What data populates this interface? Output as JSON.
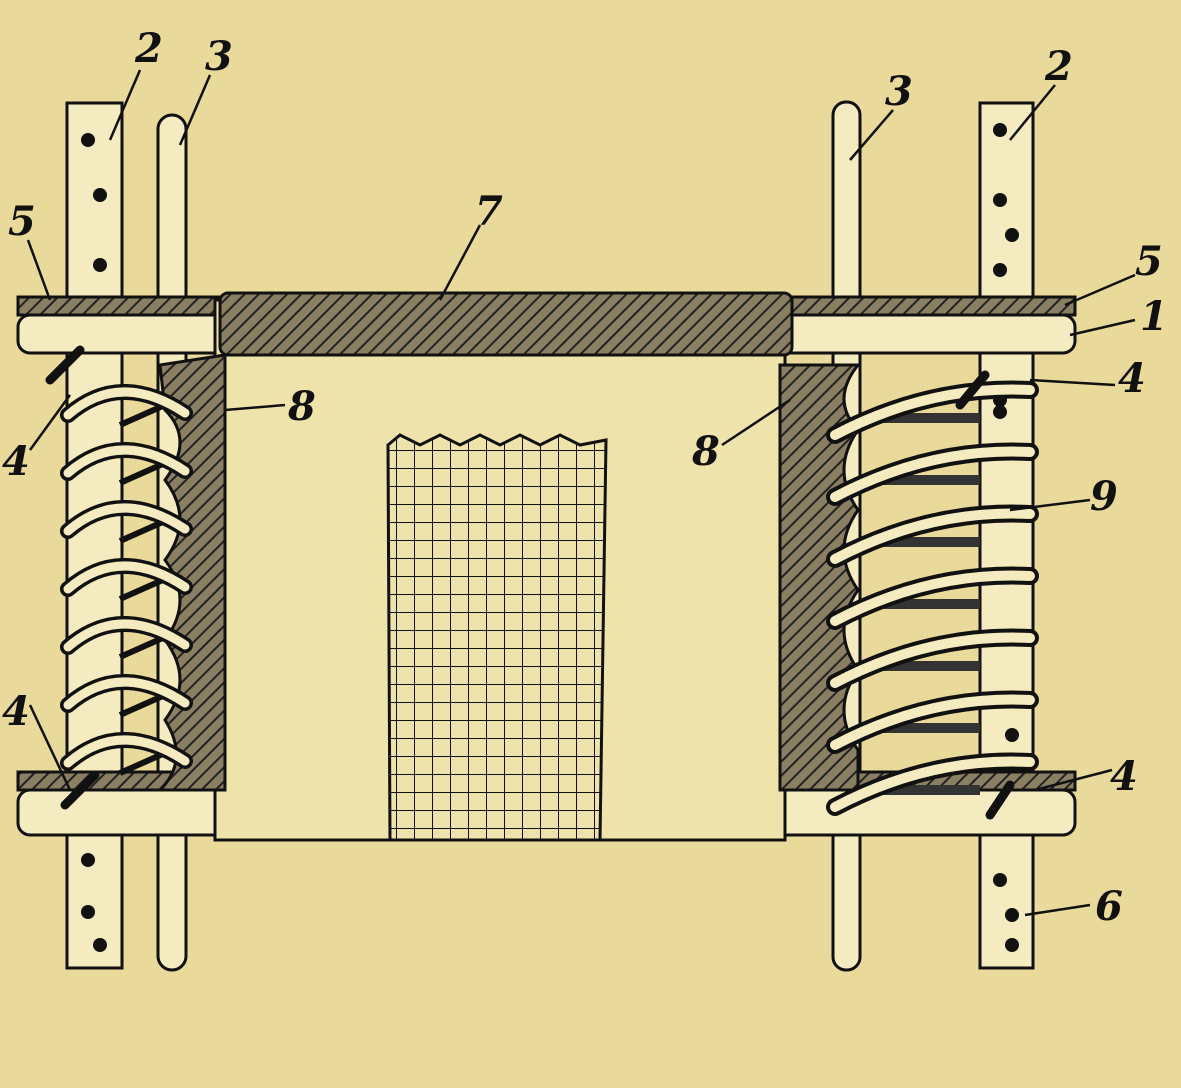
{
  "figure": {
    "type": "embroidery-frame-diagram",
    "labels": [
      "1",
      "2",
      "3",
      "4",
      "5",
      "6",
      "7",
      "8",
      "9"
    ],
    "colors": {
      "background": "#e9d99a",
      "wood": "#f4ebc0",
      "ink": "#111111",
      "hatch": "#3a342a"
    }
  }
}
